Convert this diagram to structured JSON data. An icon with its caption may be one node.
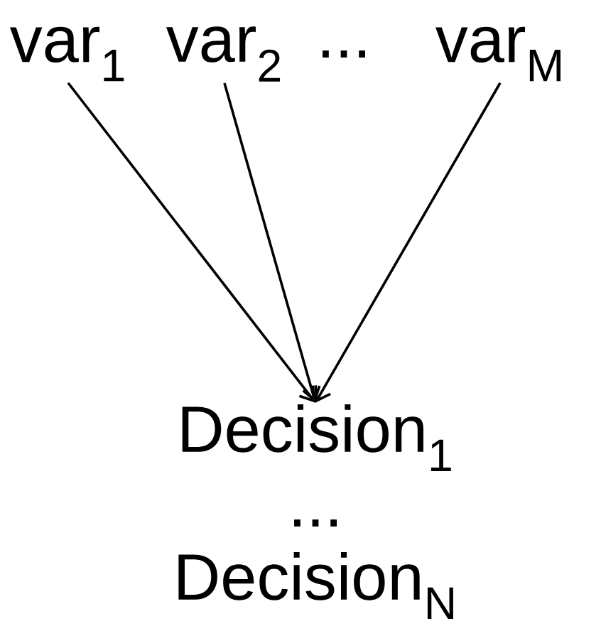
{
  "diagram": {
    "nodes": [
      {
        "text": [
          "var$_{1}$"
        ]
      },
      {
        "text": [
          "var$_{2}$"
        ]
      },
      {
        "text": [
          "var$_{M}$"
        ]
      },
      {
        "text": [
          "Decision$_{1}$"
        ]
      },
      {
        "text": [
          "Decision$_{N}$"
        ]
      }
    ],
    "edges": [
      {
        "from": 0,
        "to": 3,
        "arrow": "to"
      },
      {
        "from": 1,
        "to": 3,
        "arrow": "to"
      },
      {
        "from": 2,
        "to": 3,
        "arrow": "to"
      }
    ],
    "labels": [
      "...",
      "..."
    ]
  }
}
